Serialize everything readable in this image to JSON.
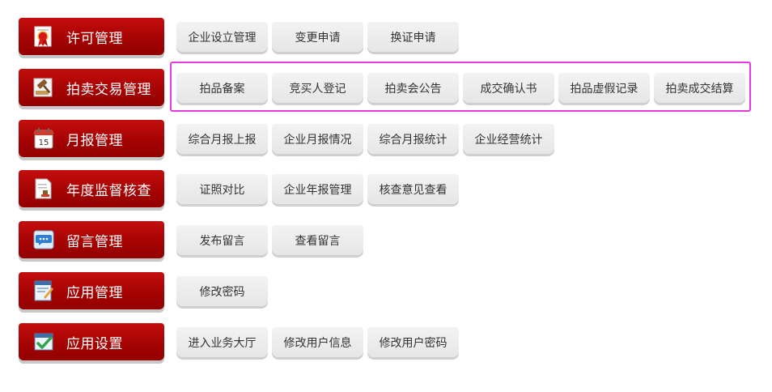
{
  "menu": [
    {
      "label": "许可管理",
      "icon": "award-certificate-icon",
      "items": [
        "企业设立管理",
        "变更申请",
        "换证申请"
      ]
    },
    {
      "label": "拍卖交易管理",
      "icon": "auction-gavel-icon",
      "items": [
        "拍品备案",
        "竞买人登记",
        "拍卖会公告",
        "成交确认书",
        "拍品虚假记录",
        "拍卖成交结算"
      ]
    },
    {
      "label": "月报管理",
      "icon": "calendar-icon",
      "items": [
        "综合月报上报",
        "企业月报情况",
        "综合月报统计",
        "企业经营统计"
      ]
    },
    {
      "label": "年度监督核查",
      "icon": "document-stamp-icon",
      "items": [
        "证照对比",
        "企业年报管理",
        "核查意见查看"
      ]
    },
    {
      "label": "留言管理",
      "icon": "message-bubble-icon",
      "items": [
        "发布留言",
        "查看留言"
      ]
    },
    {
      "label": "应用管理",
      "icon": "app-window-icon",
      "items": [
        "修改密码"
      ]
    },
    {
      "label": "应用设置",
      "icon": "settings-check-icon",
      "items": [
        "进入业务大厅",
        "修改用户信息",
        "修改用户密码"
      ]
    }
  ],
  "highlight_color": "#e33be0",
  "brand_color": "#a50303",
  "calendar_day": "15"
}
